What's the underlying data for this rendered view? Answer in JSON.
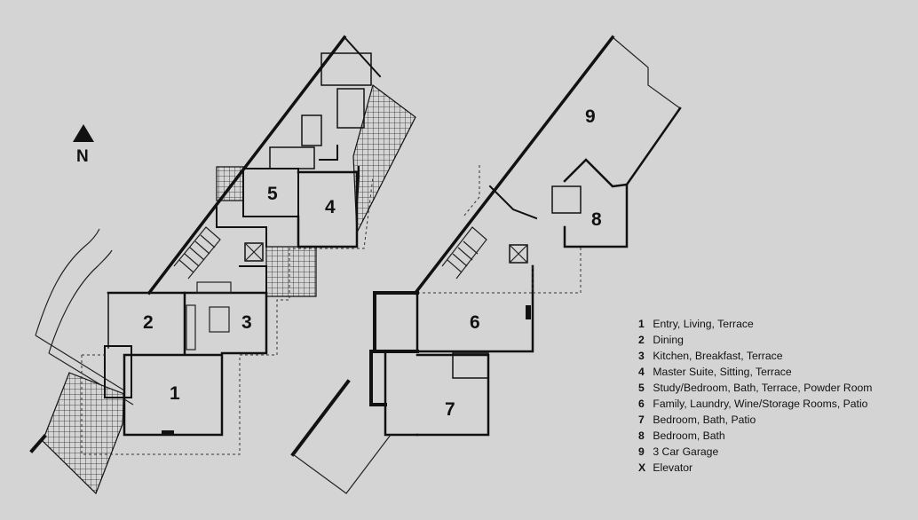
{
  "compass": {
    "label": "N"
  },
  "rooms": {
    "r1": "1",
    "r2": "2",
    "r3": "3",
    "r4": "4",
    "r5": "5",
    "r6": "6",
    "r7": "7",
    "r8": "8",
    "r9": "9"
  },
  "legend": [
    {
      "key": "1",
      "text": "Entry, Living, Terrace"
    },
    {
      "key": "2",
      "text": "Dining"
    },
    {
      "key": "3",
      "text": "Kitchen, Breakfast, Terrace"
    },
    {
      "key": "4",
      "text": "Master Suite, Sitting, Terrace"
    },
    {
      "key": "5",
      "text": "Study/Bedroom, Bath, Terrace, Powder Room"
    },
    {
      "key": "6",
      "text": "Family, Laundry, Wine/Storage Rooms, Patio"
    },
    {
      "key": "7",
      "text": "Bedroom, Bath, Patio"
    },
    {
      "key": "8",
      "text": "Bedroom, Bath"
    },
    {
      "key": "9",
      "text": "3 Car Garage"
    },
    {
      "key": "X",
      "text": "Elevator"
    }
  ]
}
